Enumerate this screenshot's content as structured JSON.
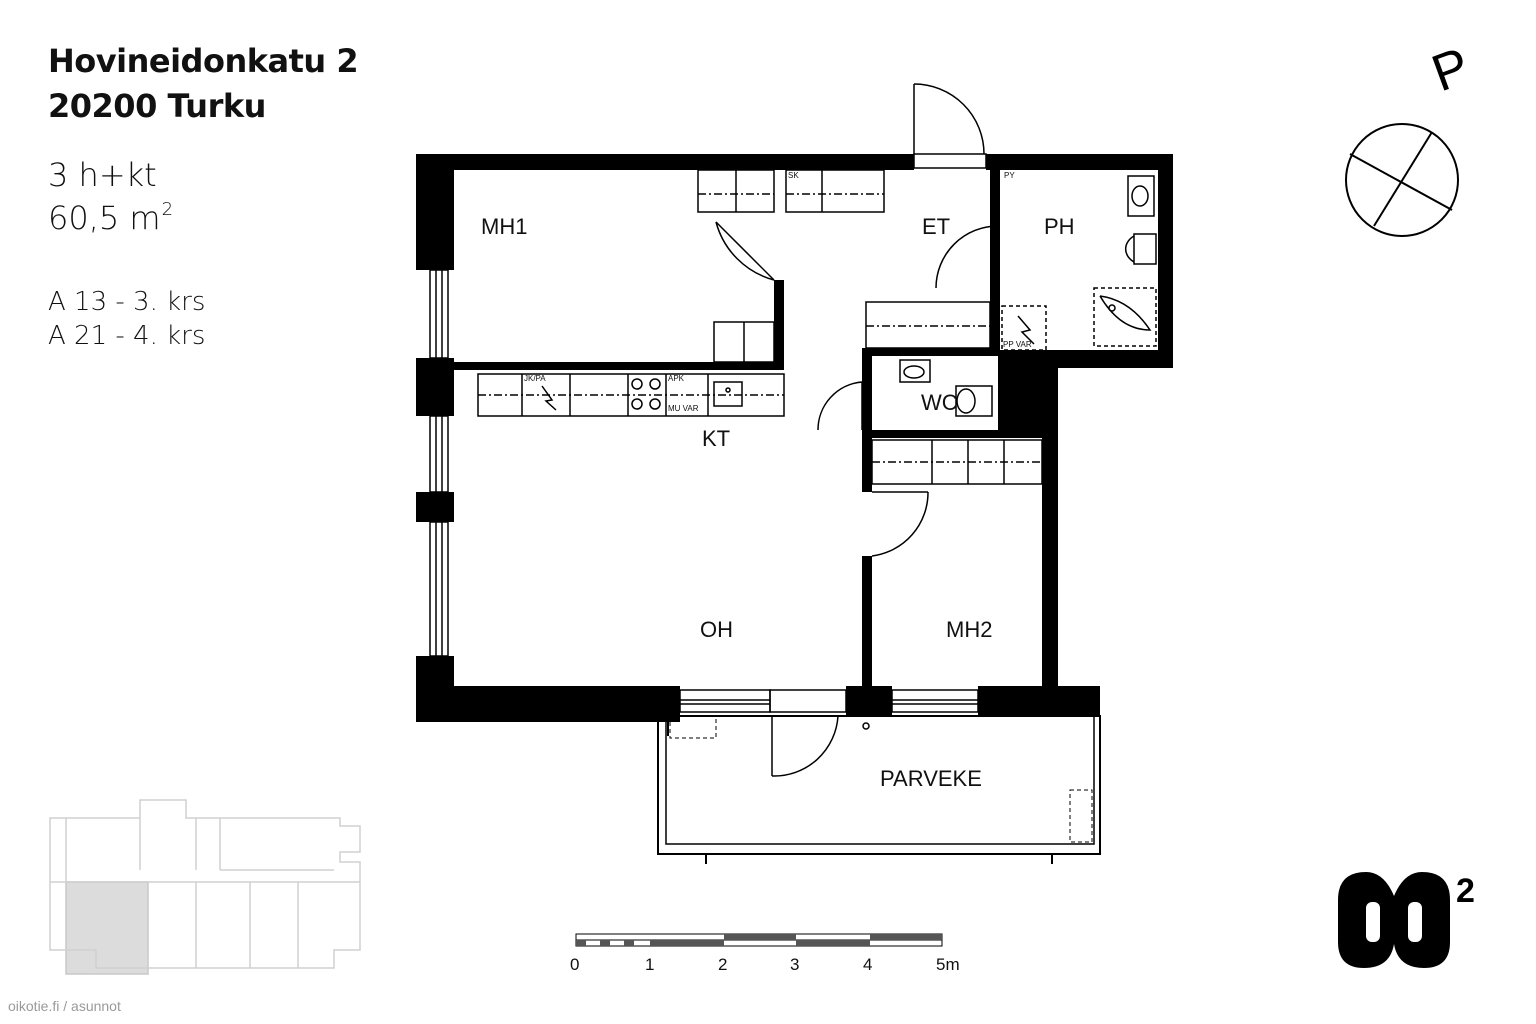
{
  "header": {
    "street": "Hovineidonkatu 2",
    "postal": "20200 Turku",
    "room_type": "3 h+kt",
    "area_value": "60,5 m",
    "area_unit_sup": "2",
    "apartments": [
      "A 13 - 3. krs",
      "A 21 - 4. krs"
    ]
  },
  "rooms": {
    "mh1": "MH1",
    "et": "ET",
    "ph": "PH",
    "kt": "KT",
    "wc": "WC",
    "oh": "OH",
    "mh2": "MH2",
    "parveke": "PARVEKE"
  },
  "fixtures": {
    "sk": "SK",
    "py": "PY",
    "pp_var": "PP VAR",
    "jk_pa": "JK/PA",
    "apk": "APK",
    "mu_var": "MU VAR"
  },
  "compass": {
    "north_letter": "P"
  },
  "scale_bar": {
    "labels": [
      "0",
      "1",
      "2",
      "3",
      "4",
      "5m"
    ]
  },
  "logo": {
    "superscript": "2"
  },
  "watermark": "oikotie.fi / asunnot"
}
